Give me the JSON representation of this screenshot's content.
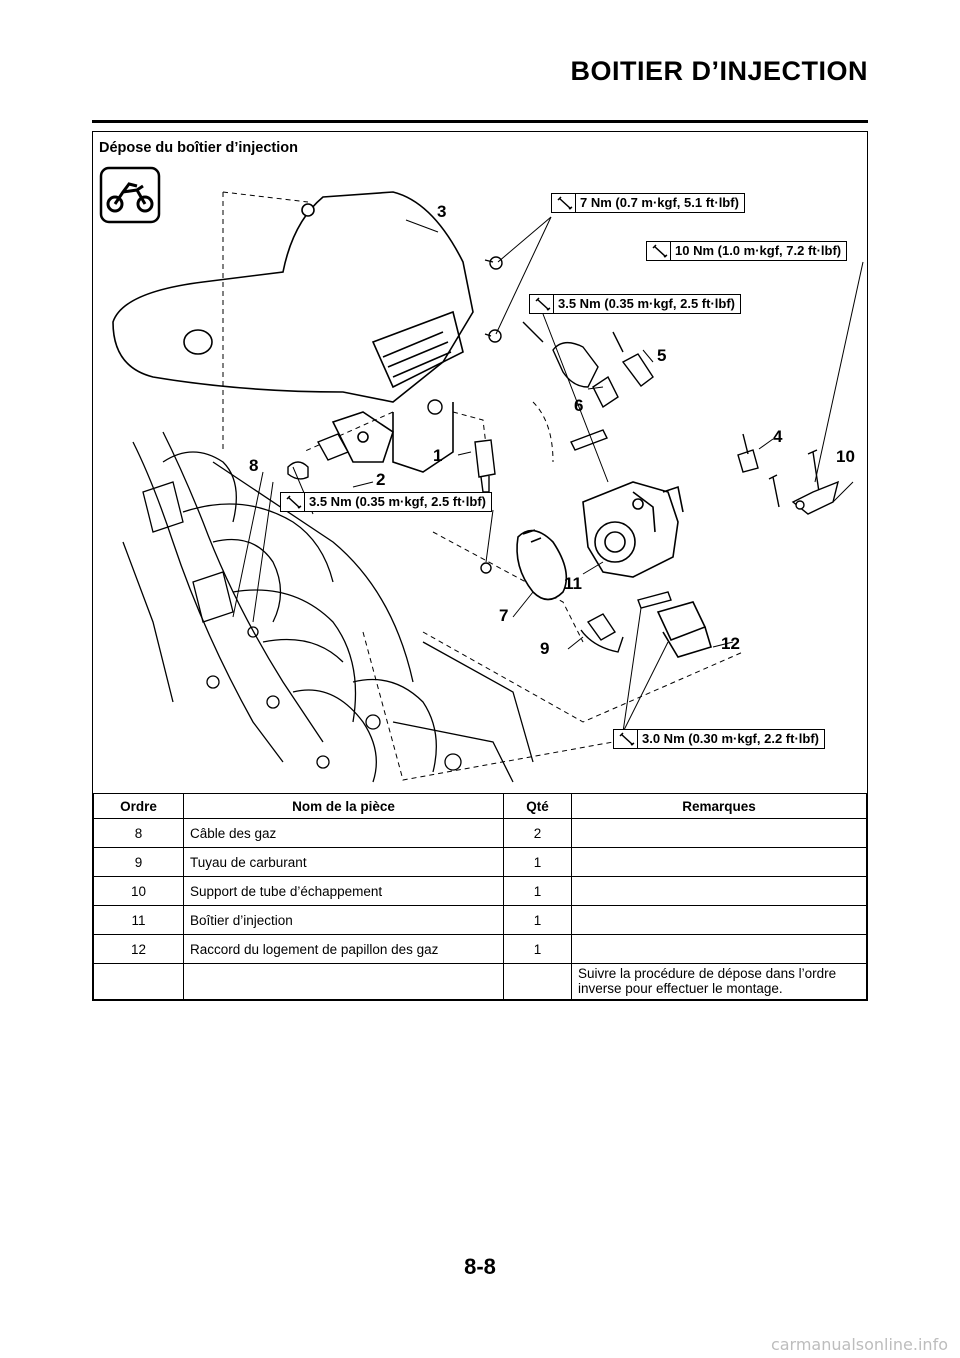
{
  "header": {
    "title": "BOITIER D’INJECTION"
  },
  "section": {
    "title": "Dépose du boîtier d’injection"
  },
  "figure": {
    "torque_labels": [
      "7 Nm (0.7 m·kgf, 5.1 ft·lbf)",
      "10 Nm (1.0 m·kgf, 7.2 ft·lbf)",
      "3.5 Nm (0.35 m·kgf, 2.5 ft·lbf)",
      "3.5 Nm (0.35 m·kgf, 2.5 ft·lbf)",
      "3.0 Nm (0.30 m·kgf, 2.2 ft·lbf)"
    ],
    "callouts": [
      "3",
      "5",
      "6",
      "4",
      "10",
      "1",
      "8",
      "2",
      "11",
      "7",
      "9",
      "12"
    ],
    "icons": [
      "motorcycle-icon",
      "torque-wrench-icon"
    ]
  },
  "table": {
    "headers": [
      "Ordre",
      "Nom de la pièce",
      "Qté",
      "Remarques"
    ],
    "rows": [
      {
        "ordre": "8",
        "nom": "Câble des gaz",
        "qte": "2",
        "remarques": ""
      },
      {
        "ordre": "9",
        "nom": "Tuyau de carburant",
        "qte": "1",
        "remarques": ""
      },
      {
        "ordre": "10",
        "nom": "Support de tube d’échappement",
        "qte": "1",
        "remarques": ""
      },
      {
        "ordre": "11",
        "nom": "Boîtier d’injection",
        "qte": "1",
        "remarques": ""
      },
      {
        "ordre": "12",
        "nom": "Raccord du logement de papillon des gaz",
        "qte": "1",
        "remarques": ""
      },
      {
        "ordre": "",
        "nom": "",
        "qte": "",
        "remarques": "Suivre la procédure de dépose dans l’ordre inverse pour effectuer le montage."
      }
    ]
  },
  "footer": {
    "page_number": "8-8",
    "watermark": "carmanualsonline.info"
  }
}
